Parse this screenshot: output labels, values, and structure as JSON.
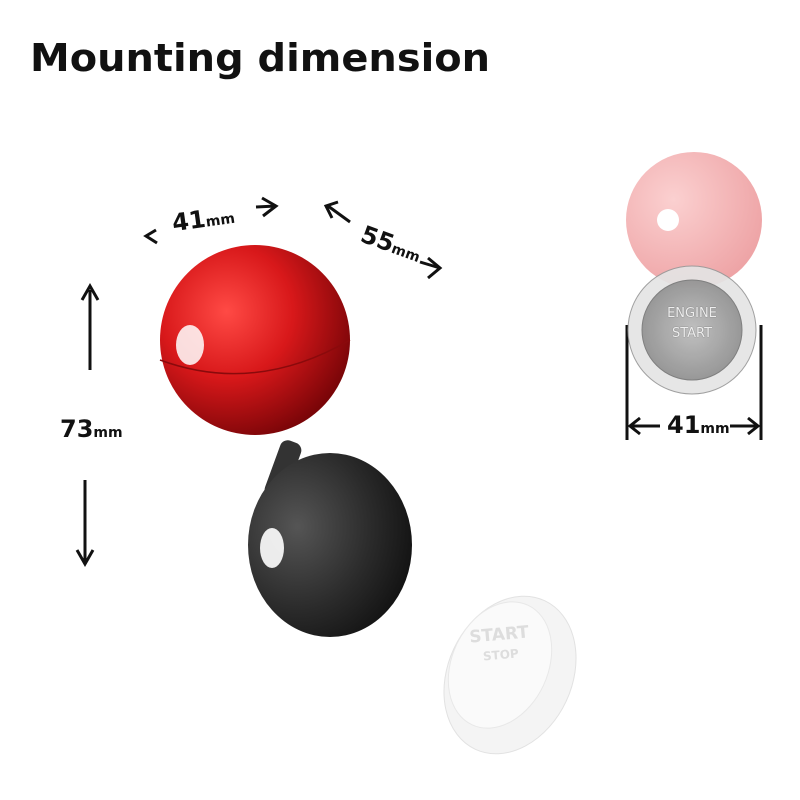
{
  "title": "Mounting dimension",
  "dimensions": {
    "width_top": {
      "value": "41",
      "unit": "mm"
    },
    "depth": {
      "value": "55",
      "unit": "mm"
    },
    "height": {
      "value": "73",
      "unit": "mm"
    },
    "button_width": {
      "value": "41",
      "unit": "mm"
    }
  },
  "button_labels": {
    "line1": "ENGINE",
    "line2": "START"
  },
  "cover_labels": {
    "line1": "START",
    "line2": "STOP"
  },
  "colors": {
    "red_knob": "#d8181a",
    "black_base": "#2b2b2b"
  }
}
